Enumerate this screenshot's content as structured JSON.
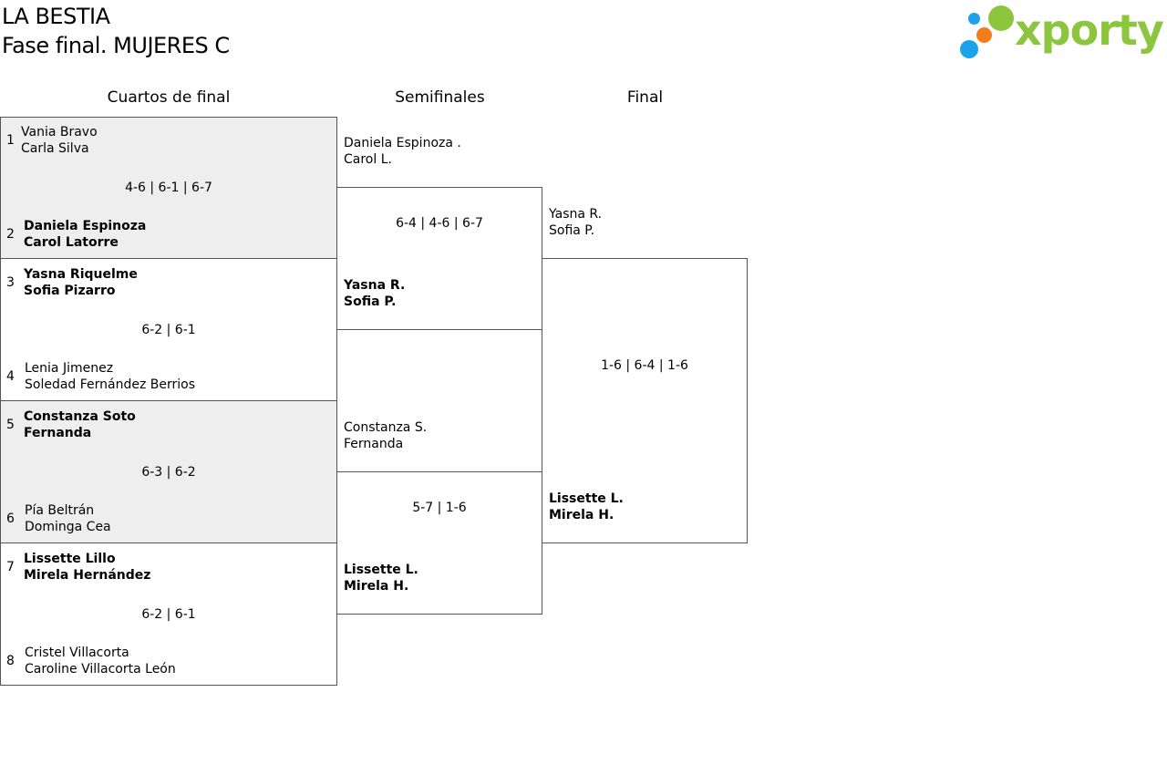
{
  "header": {
    "event": "LA BESTIA",
    "phase": "Fase final. MUJERES C",
    "logo_text": "xporty",
    "logo_colors": {
      "green": "#8cc63f",
      "blue": "#1aa3e8",
      "orange": "#f07d1a"
    }
  },
  "columns": {
    "quarterfinals": "Cuartos de final",
    "semifinals": "Semifinales",
    "final": "Final"
  },
  "quarterfinals": [
    {
      "top": {
        "seed": "1",
        "p1": "Vania Bravo",
        "p2": "Carla Silva"
      },
      "score": "4-6 | 6-1 | 6-7",
      "bottom": {
        "seed": "2",
        "p1": "Daniela Espinoza",
        "p2": "Carol Latorre"
      }
    },
    {
      "top": {
        "seed": "3",
        "p1": "Yasna Riquelme",
        "p2": "Sofia Pizarro"
      },
      "score": "6-2 | 6-1",
      "bottom": {
        "seed": "4",
        "p1": "Lenia Jimenez",
        "p2": "Soledad Fernández Berrios"
      }
    },
    {
      "top": {
        "seed": "5",
        "p1": "Constanza Soto",
        "p2": "Fernanda"
      },
      "score": "6-3 | 6-2",
      "bottom": {
        "seed": "6",
        "p1": "Pía Beltrán",
        "p2": "Dominga Cea"
      }
    },
    {
      "top": {
        "seed": "7",
        "p1": "Lissette Lillo",
        "p2": "Mirela Hernández"
      },
      "score": "6-2 | 6-1",
      "bottom": {
        "seed": "8",
        "p1": "Cristel Villacorta",
        "p2": "Caroline Villacorta León"
      }
    }
  ],
  "semifinals": [
    {
      "top": {
        "p1": "Daniela Espinoza .",
        "p2": "Carol L."
      },
      "score": "6-4 | 4-6 | 6-7",
      "bottom": {
        "p1": "Yasna R.",
        "p2": "Sofia P."
      }
    },
    {
      "top": {
        "p1": "Constanza S.",
        "p2": "Fernanda"
      },
      "score": "5-7 | 1-6",
      "bottom": {
        "p1": "Lissette L.",
        "p2": "Mirela H."
      }
    }
  ],
  "final": {
    "top": {
      "p1": "Yasna R.",
      "p2": "Sofia P."
    },
    "score": "1-6 | 6-4 | 1-6",
    "bottom": {
      "p1": "Lissette L.",
      "p2": "Mirela H."
    }
  }
}
